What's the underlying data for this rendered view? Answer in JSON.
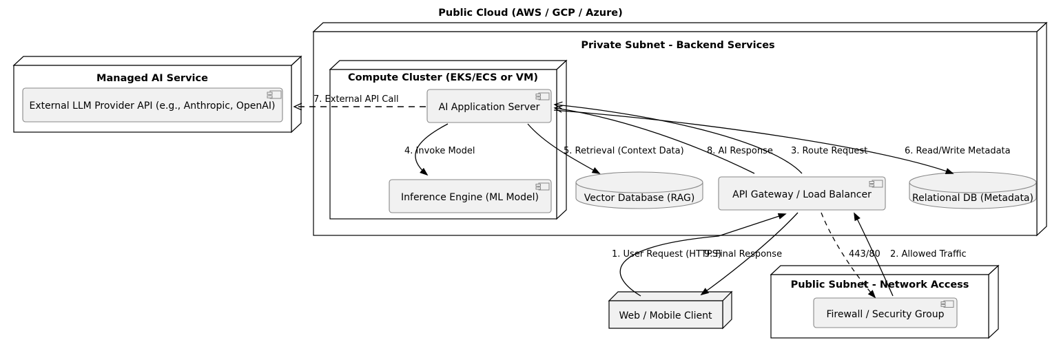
{
  "diagram": {
    "type": "uml-deployment-diagram",
    "cloud_title": "Public Cloud (AWS / GCP / Azure)",
    "containers": [
      {
        "id": "managed-ai-service",
        "title": "Managed AI Service"
      },
      {
        "id": "private-subnet",
        "title": "Private Subnet - Backend Services"
      },
      {
        "id": "compute-cluster",
        "title": "Compute Cluster (EKS/ECS or VM)"
      },
      {
        "id": "public-subnet",
        "title": "Public Subnet - Network Access"
      }
    ],
    "nodes": [
      {
        "id": "external-llm",
        "label": "External LLM Provider API (e.g., Anthropic, OpenAI)",
        "shape": "component"
      },
      {
        "id": "ai-app-server",
        "label": "AI Application Server",
        "shape": "component"
      },
      {
        "id": "inference-engine",
        "label": "Inference Engine (ML Model)",
        "shape": "component"
      },
      {
        "id": "vector-db",
        "label": "Vector Database (RAG)",
        "shape": "database"
      },
      {
        "id": "api-gateway",
        "label": "API Gateway / Load Balancer",
        "shape": "component"
      },
      {
        "id": "relational-db",
        "label": "Relational DB (Metadata)",
        "shape": "database"
      },
      {
        "id": "web-client",
        "label": "Web / Mobile Client",
        "shape": "node3d"
      },
      {
        "id": "firewall",
        "label": "Firewall / Security Group",
        "shape": "component"
      }
    ],
    "edges": [
      {
        "id": "e1",
        "label": "1. User Request (HTTPS)",
        "from": "web-client",
        "to": "api-gateway",
        "style": "solid"
      },
      {
        "id": "e2",
        "label": "2. Allowed Traffic",
        "from": "firewall",
        "to": "api-gateway",
        "style": "solid"
      },
      {
        "id": "e3",
        "label": "3. Route Request",
        "from": "api-gateway",
        "to": "ai-app-server",
        "style": "solid"
      },
      {
        "id": "e4",
        "label": "4. Invoke Model",
        "from": "ai-app-server",
        "to": "inference-engine",
        "style": "solid"
      },
      {
        "id": "e5",
        "label": "5. Retrieval (Context Data)",
        "from": "ai-app-server",
        "to": "vector-db",
        "style": "solid"
      },
      {
        "id": "e6",
        "label": "6. Read/Write Metadata",
        "from": "ai-app-server",
        "to": "relational-db",
        "style": "solid"
      },
      {
        "id": "e7",
        "label": "7. External API Call",
        "from": "ai-app-server",
        "to": "external-llm",
        "style": "dashed"
      },
      {
        "id": "e8",
        "label": "8. AI Response",
        "from": "api-gateway",
        "to": "ai-app-server",
        "style": "solid"
      },
      {
        "id": "e9",
        "label": "9. Final Response",
        "from": "api-gateway",
        "to": "web-client",
        "style": "solid"
      },
      {
        "id": "e10",
        "label": "443/80",
        "from": "api-gateway",
        "to": "firewall",
        "style": "dashed"
      }
    ],
    "colors": {
      "background": "#ffffff",
      "line": "#000000",
      "component_fill": "#f1f1f1",
      "component_stroke": "#888888",
      "node_fill": "#ffffff"
    }
  }
}
